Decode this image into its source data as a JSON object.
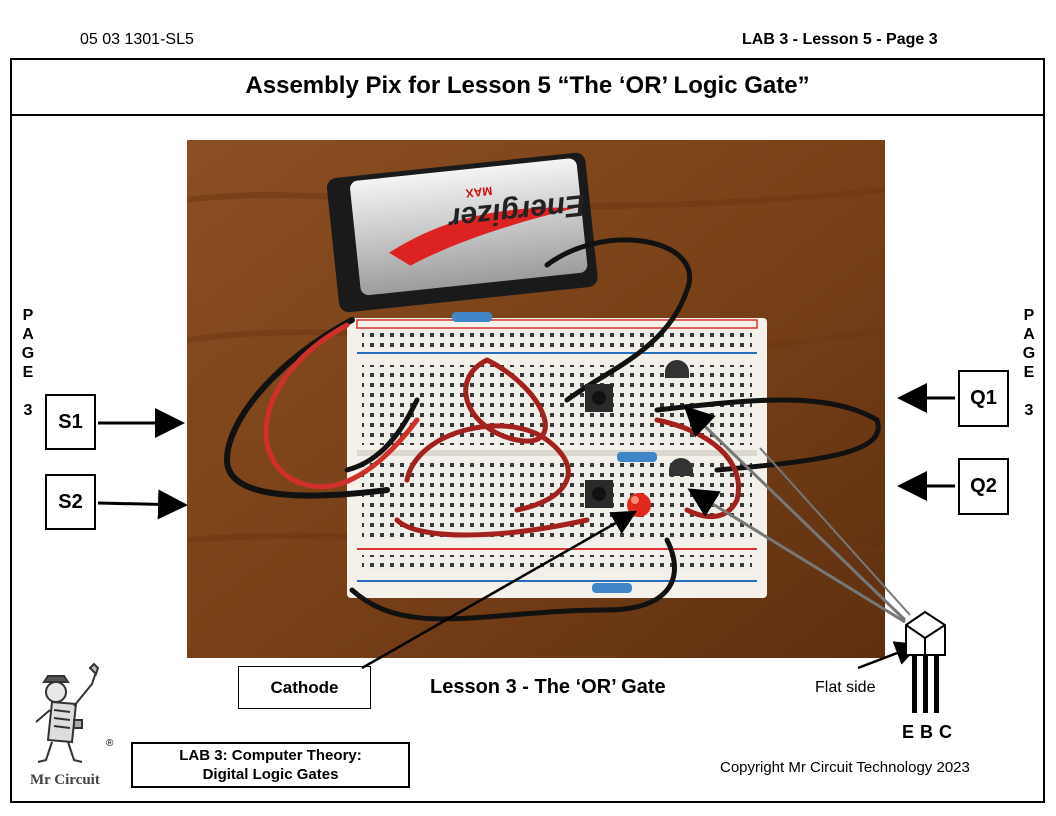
{
  "header": {
    "doc_code": "05 03 1301-SL5",
    "page_ref": "LAB 3 -  Lesson 5   - Page 3"
  },
  "title": "Assembly Pix for Lesson 5 “The ‘OR’ Logic Gate”",
  "side_left": [
    "P",
    "A",
    "G",
    "E",
    "",
    "3"
  ],
  "side_right": [
    "P",
    "A",
    "G",
    "E",
    "",
    "3"
  ],
  "labels": {
    "s1": "S1",
    "s2": "S2",
    "q1": "Q1",
    "q2": "Q2",
    "cathode": "Cathode",
    "flat_side": "Flat side",
    "ebc": "EBC"
  },
  "battery_brand": "Energizer",
  "battery_sub": "MAX",
  "caption": "Lesson 3 - The ‘OR’ Gate",
  "lab_box": {
    "line1": "LAB 3:  Computer Theory:",
    "line2": "Digital Logic Gates"
  },
  "logo": {
    "text": "Mr Circuit",
    "registered": "®"
  },
  "copyright": "Copyright Mr Circuit Technology 2023"
}
